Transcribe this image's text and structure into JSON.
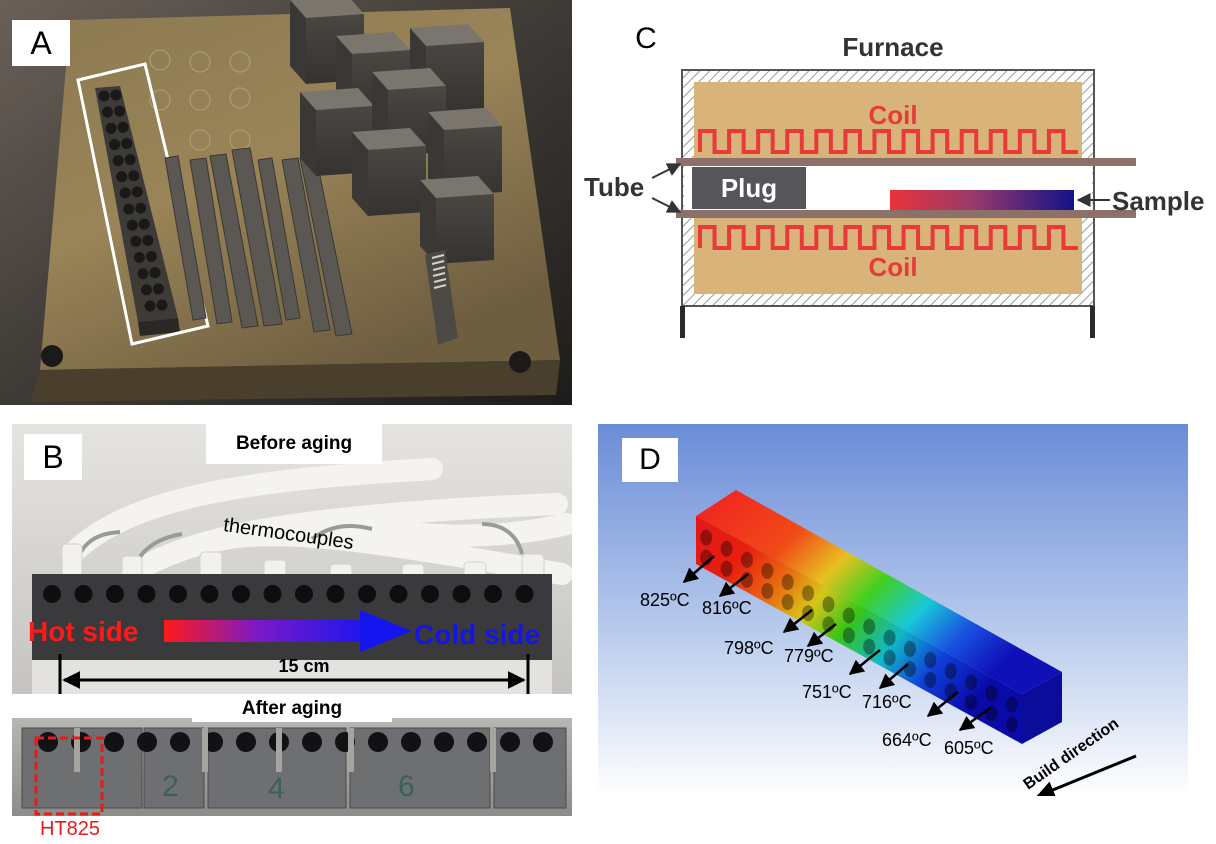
{
  "panels": {
    "a": {
      "label": "A"
    },
    "b": {
      "label": "B",
      "before_title": "Before aging",
      "thermocouples": "thermocouples",
      "hot_side": "Hot side",
      "cold_side": "Cold side",
      "length": "15 cm",
      "after_title": "After aging",
      "sample_id": "HT825",
      "piece_marks": [
        "2",
        "4",
        "6"
      ]
    },
    "c": {
      "label": "C",
      "furnace": "Furnace",
      "coil_top": "Coil",
      "coil_bottom": "Coil",
      "tube": "Tube",
      "plug": "Plug",
      "sample": "Sample"
    },
    "d": {
      "label": "D",
      "temperatures": [
        "825ºC",
        "816ºC",
        "798ºC",
        "779ºC",
        "751ºC",
        "716ºC",
        "664ºC",
        "605ºC"
      ],
      "build_direction": "Build direction"
    }
  },
  "colors": {
    "coil": "#e83a3a",
    "furnace_fill": "#d8b47a",
    "tube": "#8c716b",
    "plug": "#55555a",
    "hot": "#ff1a1a",
    "cold": "#1515e8",
    "gradient_hot": "#e8333a",
    "gradient_cold": "#12128a"
  }
}
